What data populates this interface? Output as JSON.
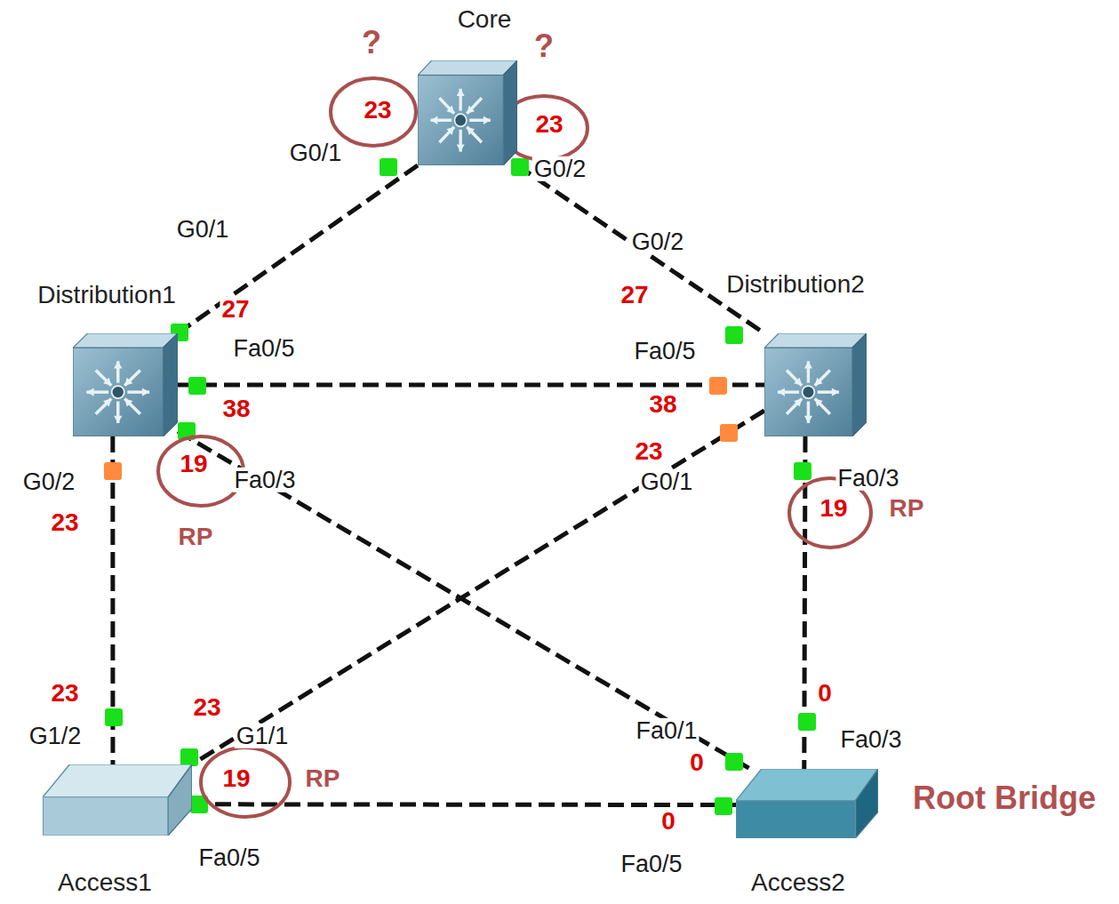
{
  "diagram": {
    "nodes": [
      {
        "text": [
          "Core"
        ]
      },
      {
        "text": [
          "Distribution1"
        ]
      },
      {
        "text": [
          "Distribution2"
        ]
      },
      {
        "text": [
          "Access1"
        ]
      },
      {
        "text": [
          "Access2"
        ]
      }
    ],
    "edges": [
      {
        "from": 0,
        "to": 1,
        "arrow": "none"
      },
      {
        "from": 0,
        "to": 2,
        "arrow": "none"
      },
      {
        "from": 1,
        "to": 2,
        "arrow": "none"
      },
      {
        "from": 1,
        "to": 3,
        "arrow": "none"
      },
      {
        "from": 1,
        "to": 4,
        "arrow": "none"
      },
      {
        "from": 2,
        "to": 3,
        "arrow": "none"
      },
      {
        "from": 2,
        "to": 4,
        "arrow": "none"
      },
      {
        "from": 3,
        "to": 4,
        "arrow": "none"
      }
    ],
    "labels": [
      "?",
      "?",
      "23",
      "23",
      "G0/1",
      "G0/2",
      "G0/1",
      "G0/2",
      "27",
      "27",
      "Fa0/5",
      "Fa0/5",
      "38",
      "38",
      "19",
      "Fa0/3",
      "RP",
      "G0/2",
      "23",
      "23",
      "G0/1",
      "Fa0/3",
      "19",
      "RP",
      "23",
      "23",
      "0",
      "G1/2",
      "G1/1",
      "Fa0/1",
      "Fa0/3",
      "0",
      "19",
      "RP",
      "Root Bridge",
      "0",
      "Fa0/5",
      "Fa0/5"
    ]
  }
}
